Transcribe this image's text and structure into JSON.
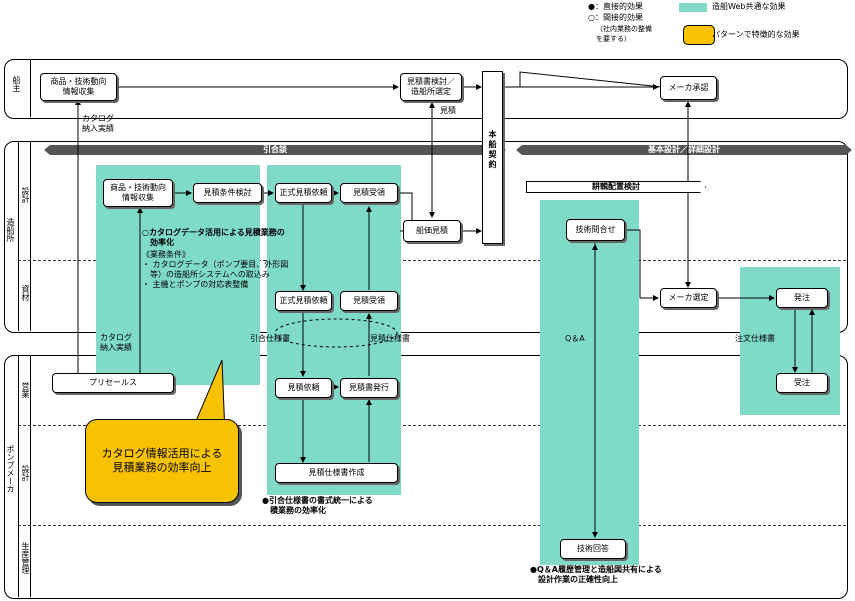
{
  "legend": {
    "direct": "●：直接的効果",
    "indirect": "○：間接的効果",
    "note": "（社内業務の整備\nを要する）",
    "common": "造船Web共通な効果",
    "pattern": "パターンで特徴的な効果"
  },
  "lanes": {
    "shipowner": "船主",
    "shipyard": "造船所",
    "design": "設計",
    "material": "資材",
    "pump": "ポンプメーカ",
    "sales": "営業",
    "pdesign": "設計",
    "prod": "生産管理"
  },
  "phases": {
    "inquiry": "引合談",
    "basic": "基本設計／詳細設計"
  },
  "boxes": {
    "owner_info": "商品・技術動向\n情報収集",
    "est_review": "見積書検討／\n造船所選定",
    "contract": "本\n船\n契\n約",
    "maker_approve": "メーカ承認",
    "yard_info": "商品・技術動向\n情報収集",
    "est_cond": "見積条件検討",
    "formal_req1": "正式見積依頼",
    "est_recv1": "見積受領",
    "ship_price": "船価見積",
    "tech_inq": "技術問合せ",
    "formal_req2": "正式見積依頼",
    "est_recv2": "見積受領",
    "maker_select": "メーカ選定",
    "order_place": "発注",
    "presales": "プリセールス",
    "est_req": "見積依頼",
    "est_issue": "見積書発行",
    "order_recv": "受注",
    "spec_create": "見積仕様書作成",
    "tech_answer": "技術回答",
    "layout_review": "耕輯配置検討"
  },
  "labels": {
    "catalog1": "カタログ\n納入実績",
    "catalog2": "カタログ\n納入実績",
    "estimate": "見積",
    "inq_spec": "引合仕様書",
    "est_spec": "見積仕様書",
    "qa": "Q＆A",
    "order_spec": "注文仕様書"
  },
  "notes": {
    "catalog_effect_title": "○カタログデータ活用による見積業務の\n　効率化",
    "catalog_effect_body": "《業務条件》\n・ カタログデータ（ポンプ要目、外形図\n　等）の造船所システムへの取込み\n・ 主機とポンプの対応表整備",
    "spec_effect": "●引合仕様書の書式統一による\n　積業務の効率化",
    "qa_effect": "●Q＆A履歴管理と造船図共有による\n　設計作業の正確性向上"
  },
  "callout": "カタログ情報活用による\n見積業務の効率向上",
  "colors": {
    "teal": "#7fdac8",
    "callout": "#f7c200",
    "phase": "#555555"
  }
}
